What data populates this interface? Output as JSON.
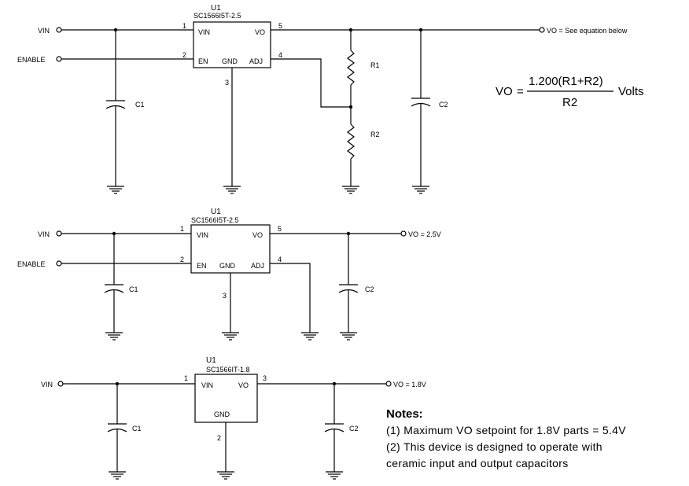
{
  "circuit1": {
    "u_ref": "U1",
    "part": "SC1566I5T-2.5",
    "pin_vin": "VIN",
    "pin_en": "EN",
    "pin_gnd": "GND",
    "pin_vo": "VO",
    "pin_adj": "ADJ",
    "pin1": "1",
    "pin2": "2",
    "pin3": "3",
    "pin4": "4",
    "pin5": "5",
    "vin_label": "VIN",
    "enable_label": "ENABLE",
    "vo_label": "VO = See equation below",
    "c1": "C1",
    "c2": "C2",
    "r1": "R1",
    "r2": "R2"
  },
  "equation": {
    "lhs": "VO",
    "eq": "=",
    "numerator": "1.200(R1+R2)",
    "denominator": "R2",
    "unit": "Volts"
  },
  "circuit2": {
    "u_ref": "U1",
    "part": "SC1566I5T-2.5",
    "pin_vin": "VIN",
    "pin_en": "EN",
    "pin_gnd": "GND",
    "pin_vo": "VO",
    "pin_adj": "ADJ",
    "pin1": "1",
    "pin2": "2",
    "pin3": "3",
    "pin4": "4",
    "pin5": "5",
    "vin_label": "VIN",
    "enable_label": "ENABLE",
    "vo_label": "VO = 2.5V",
    "c1": "C1",
    "c2": "C2"
  },
  "circuit3": {
    "u_ref": "U1",
    "part": "SC1566IT-1.8",
    "pin_vin": "VIN",
    "pin_gnd": "GND",
    "pin_vo": "VO",
    "pin1": "1",
    "pin2": "2",
    "pin3": "3",
    "vin_label": "VIN",
    "vo_label": "VO = 1.8V",
    "c1": "C1",
    "c2": "C2"
  },
  "notes": {
    "title": "Notes:",
    "items": [
      "(1)  Maximum VO setpoint for 1.8V parts = 5.4V",
      "(2)  This device is designed to operate with",
      "ceramic input and output capacitors"
    ]
  }
}
